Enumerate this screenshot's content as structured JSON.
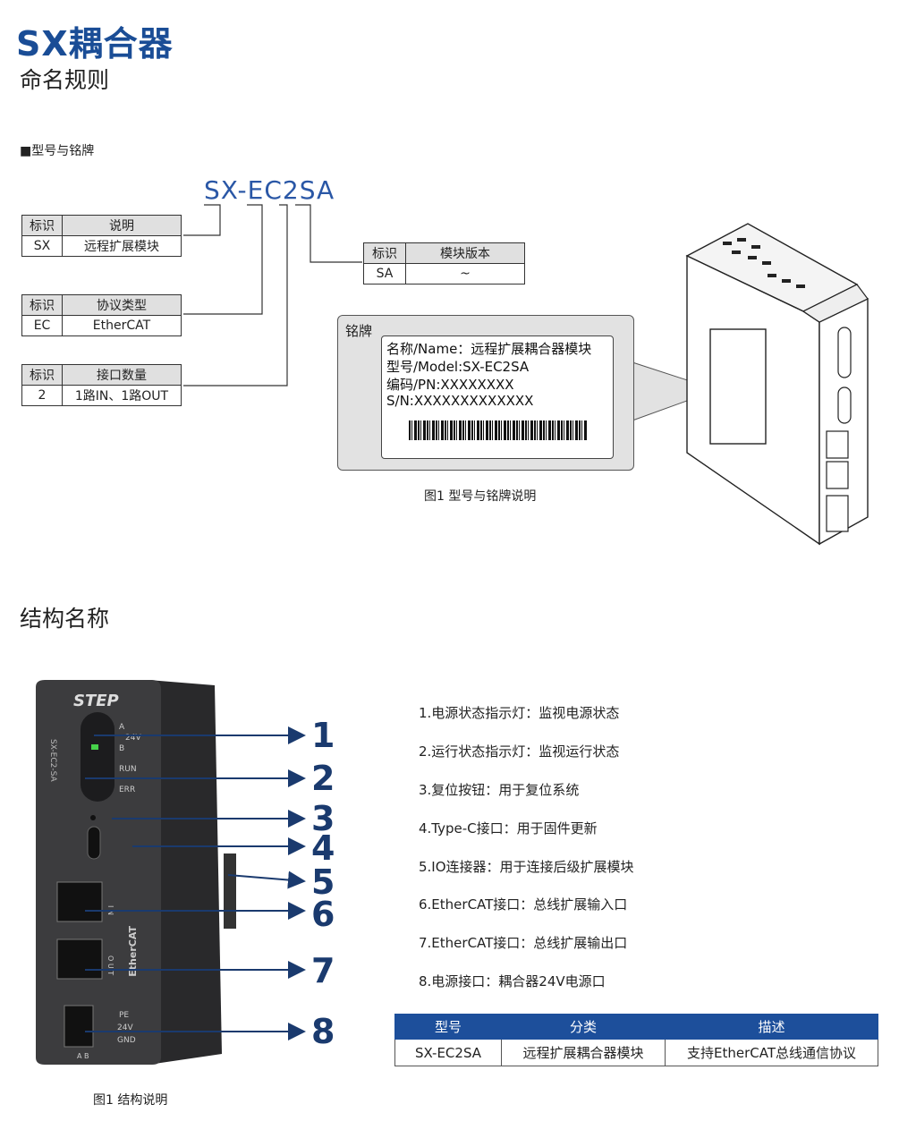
{
  "header": {
    "title": "SX耦合器",
    "subtitle": "命名规则"
  },
  "naming": {
    "section_label": "■型号与铭牌",
    "model_code": "SX-EC2SA",
    "col_id": "标识",
    "tables": [
      {
        "head2": "说明",
        "id": "SX",
        "desc": "远程扩展模块"
      },
      {
        "head2": "协议类型",
        "id": "EC",
        "desc": "EtherCAT"
      },
      {
        "head2": "接口数量",
        "id": "2",
        "desc": "1路IN、1路OUT"
      },
      {
        "head2": "模块版本",
        "id": "SA",
        "desc": "~"
      }
    ],
    "nameplate": {
      "label": "铭牌",
      "lines": [
        "名称/Name：远程扩展耦合器模块",
        "型号/Model:SX-EC2SA",
        "编码/PN:XXXXXXXX",
        "S/N:XXXXXXXXXXXXX"
      ]
    },
    "figure_caption": "图1 型号与铭牌说明"
  },
  "structure": {
    "title": "结构名称",
    "device_text": {
      "brand": "STEP",
      "model": "SX-EC2-SA",
      "a": "A",
      "v24": "24V",
      "b": "B",
      "run": "RUN",
      "err": "ERR",
      "in": "I N",
      "out": "O U T",
      "ethercat": "EtherCAT",
      "pe": "PE",
      "v24b": "24V",
      "gnd": "GND",
      "ab": "A  B"
    },
    "callouts": [
      "1",
      "2",
      "3",
      "4",
      "5",
      "6",
      "7",
      "8"
    ],
    "features": [
      "1.电源状态指示灯：监视电源状态",
      "2.运行状态指示灯：监视运行状态",
      "3.复位按钮：用于复位系统",
      "4.Type-C接口：用于固件更新",
      "5.IO连接器：用于连接后级扩展模块",
      "6.EtherCAT接口：总线扩展输入口",
      "7.EtherCAT接口：总线扩展输出口",
      "8.电源接口：耦合器24V电源口"
    ],
    "spec_table": {
      "headers": [
        "型号",
        "分类",
        "描述"
      ],
      "row": [
        "SX-EC2SA",
        "远程扩展耦合器模块",
        "支持EtherCAT总线通信协议"
      ]
    },
    "figure_caption": "图1 结构说明"
  },
  "colors": {
    "brand_blue": "#1a4d96",
    "table_header_blue": "#1d4f9b",
    "device_body": "#3a3a3c"
  }
}
